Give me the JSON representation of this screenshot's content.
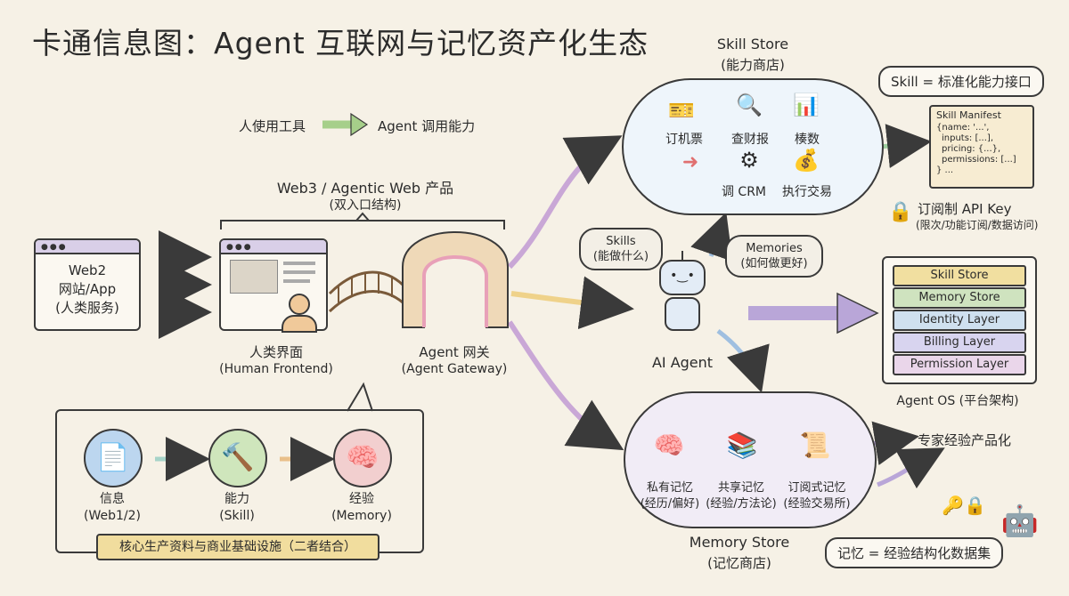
{
  "title": "卡通信息图：Agent 互联网与记忆资产化生态",
  "tools_line": {
    "left": "人使用工具",
    "right": "Agent 调用能力"
  },
  "web3": {
    "title": "Web3 / Agentic Web 产品",
    "subtitle": "(双入口结构)"
  },
  "web2": {
    "line1": "Web2",
    "line2": "网站/App",
    "line3": "(人类服务)"
  },
  "human_frontend": {
    "label": "人类界面",
    "sub": "(Human Frontend)"
  },
  "agent_gateway": {
    "label": "Agent 网关",
    "sub": "(Agent Gateway)"
  },
  "core_cycle": {
    "items": [
      {
        "label": "信息",
        "sub": "(Web1/2)",
        "icon": "document-icon"
      },
      {
        "label": "能力",
        "sub": "(Skill)",
        "icon": "hammer-icon"
      },
      {
        "label": "经验",
        "sub": "(Memory)",
        "icon": "brain-icon"
      }
    ],
    "banner": "核心生产资料与商业基础设施（二者结合）"
  },
  "skill_store": {
    "title": "Skill Store",
    "subtitle": "(能力商店)",
    "items": [
      {
        "label": "订机票",
        "icon": "ticket-icon"
      },
      {
        "label": "查财报",
        "icon": "magnifier-chart-icon"
      },
      {
        "label": "楱数",
        "icon": "bar-chart-icon"
      },
      {
        "label": "调 CRM",
        "icon": "arrow-icon"
      },
      {
        "label": "执行交易",
        "icon": "coins-icon"
      }
    ]
  },
  "skill_definition": "Skill = 标准化能力接口",
  "manifest": {
    "title": "Skill Manifest",
    "lines": [
      "{name: '...',",
      "inputs: [...],",
      "pricing: {...},",
      "permissions: [...]",
      "} ..."
    ]
  },
  "api_key": {
    "label": "订阅制 API Key",
    "sub": "(限次/功能订阅/数据访问)"
  },
  "agent": {
    "label": "AI Agent",
    "skills_bubble": {
      "line1": "Skills",
      "line2": "(能做什么)"
    },
    "memories_bubble": {
      "line1": "Memories",
      "line2": "(如何做更好)"
    }
  },
  "agent_os": {
    "layers": [
      {
        "label": "Skill Store",
        "color": "#f1dfa0"
      },
      {
        "label": "Memory Store",
        "color": "#cfe3bf"
      },
      {
        "label": "Identity Layer",
        "color": "#cfe0ef"
      },
      {
        "label": "Billing Layer",
        "color": "#d8d4ef"
      },
      {
        "label": "Permission Layer",
        "color": "#ead6ea"
      }
    ],
    "caption": "Agent OS (平台架构)"
  },
  "memory_store": {
    "title": "Memory Store",
    "subtitle": "(记忆商店)",
    "items": [
      {
        "label": "私有记忆",
        "sub": "(经历/偏好)",
        "icon": "brain-heart-icon"
      },
      {
        "label": "共享记忆",
        "sub": "(经验/方法论)",
        "icon": "books-icon"
      },
      {
        "label": "订阅式记忆",
        "sub": "(经验交易所)",
        "icon": "scroll-icon"
      }
    ]
  },
  "expert_productize": "专家经验产品化",
  "memory_definition": "记忆 = 经验结构化数据集"
}
